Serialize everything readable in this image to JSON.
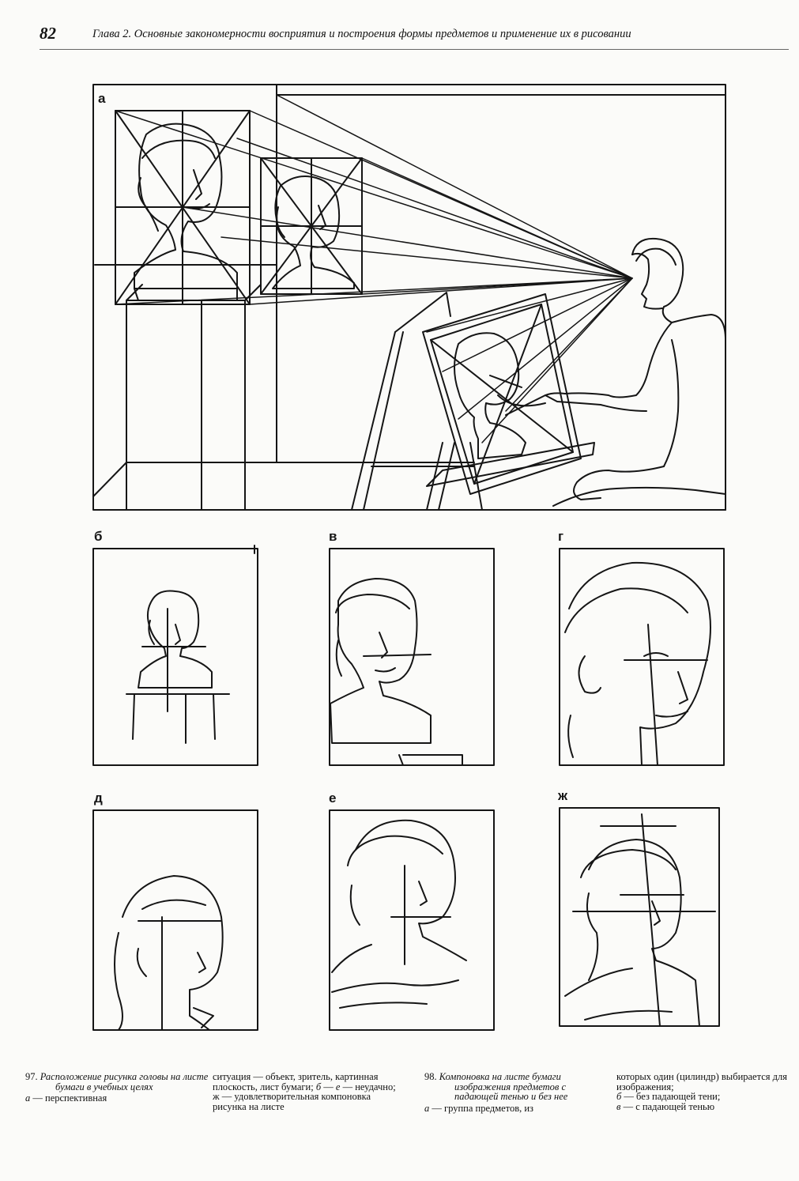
{
  "header": {
    "page_number": "82",
    "running_title": "Глава 2. Основные закономерности восприятия и построения формы предметов и применение их в рисовании"
  },
  "figure": {
    "panel_labels": {
      "a": "а",
      "b": "б",
      "v": "в",
      "g": "г",
      "d": "д",
      "e": "е",
      "zh": "ж"
    }
  },
  "captions": {
    "fig97": {
      "number": "97.",
      "title": "Расположение рисунка головы на листе бумаги в учебных целях",
      "legend_a_key": "а",
      "legend_a_text": "— перспективная",
      "cont_1": "ситуация — объект, зритель, картинная плоскость, лист бумаги; ",
      "legend_range_key_1": "б",
      "legend_range_dash": " — ",
      "legend_range_key_2": "е",
      "legend_range_text": " — неудачно;",
      "legend_zh_text": "ж — удовлетворительная компоновка рисунка на листе"
    },
    "fig98": {
      "number": "98.",
      "title": "Компоновка на листе бумаги изображения предметов с падающей тенью и без нее",
      "legend_a_key": "а",
      "legend_a_text": "— группа предметов, из",
      "cont_1": "которых один (цилиндр) выбирается для изображения;",
      "legend_b_key": "б",
      "legend_b_text": "— без падающей тени;",
      "legend_v_key": "в",
      "legend_v_text": "— с падающей тенью"
    }
  }
}
